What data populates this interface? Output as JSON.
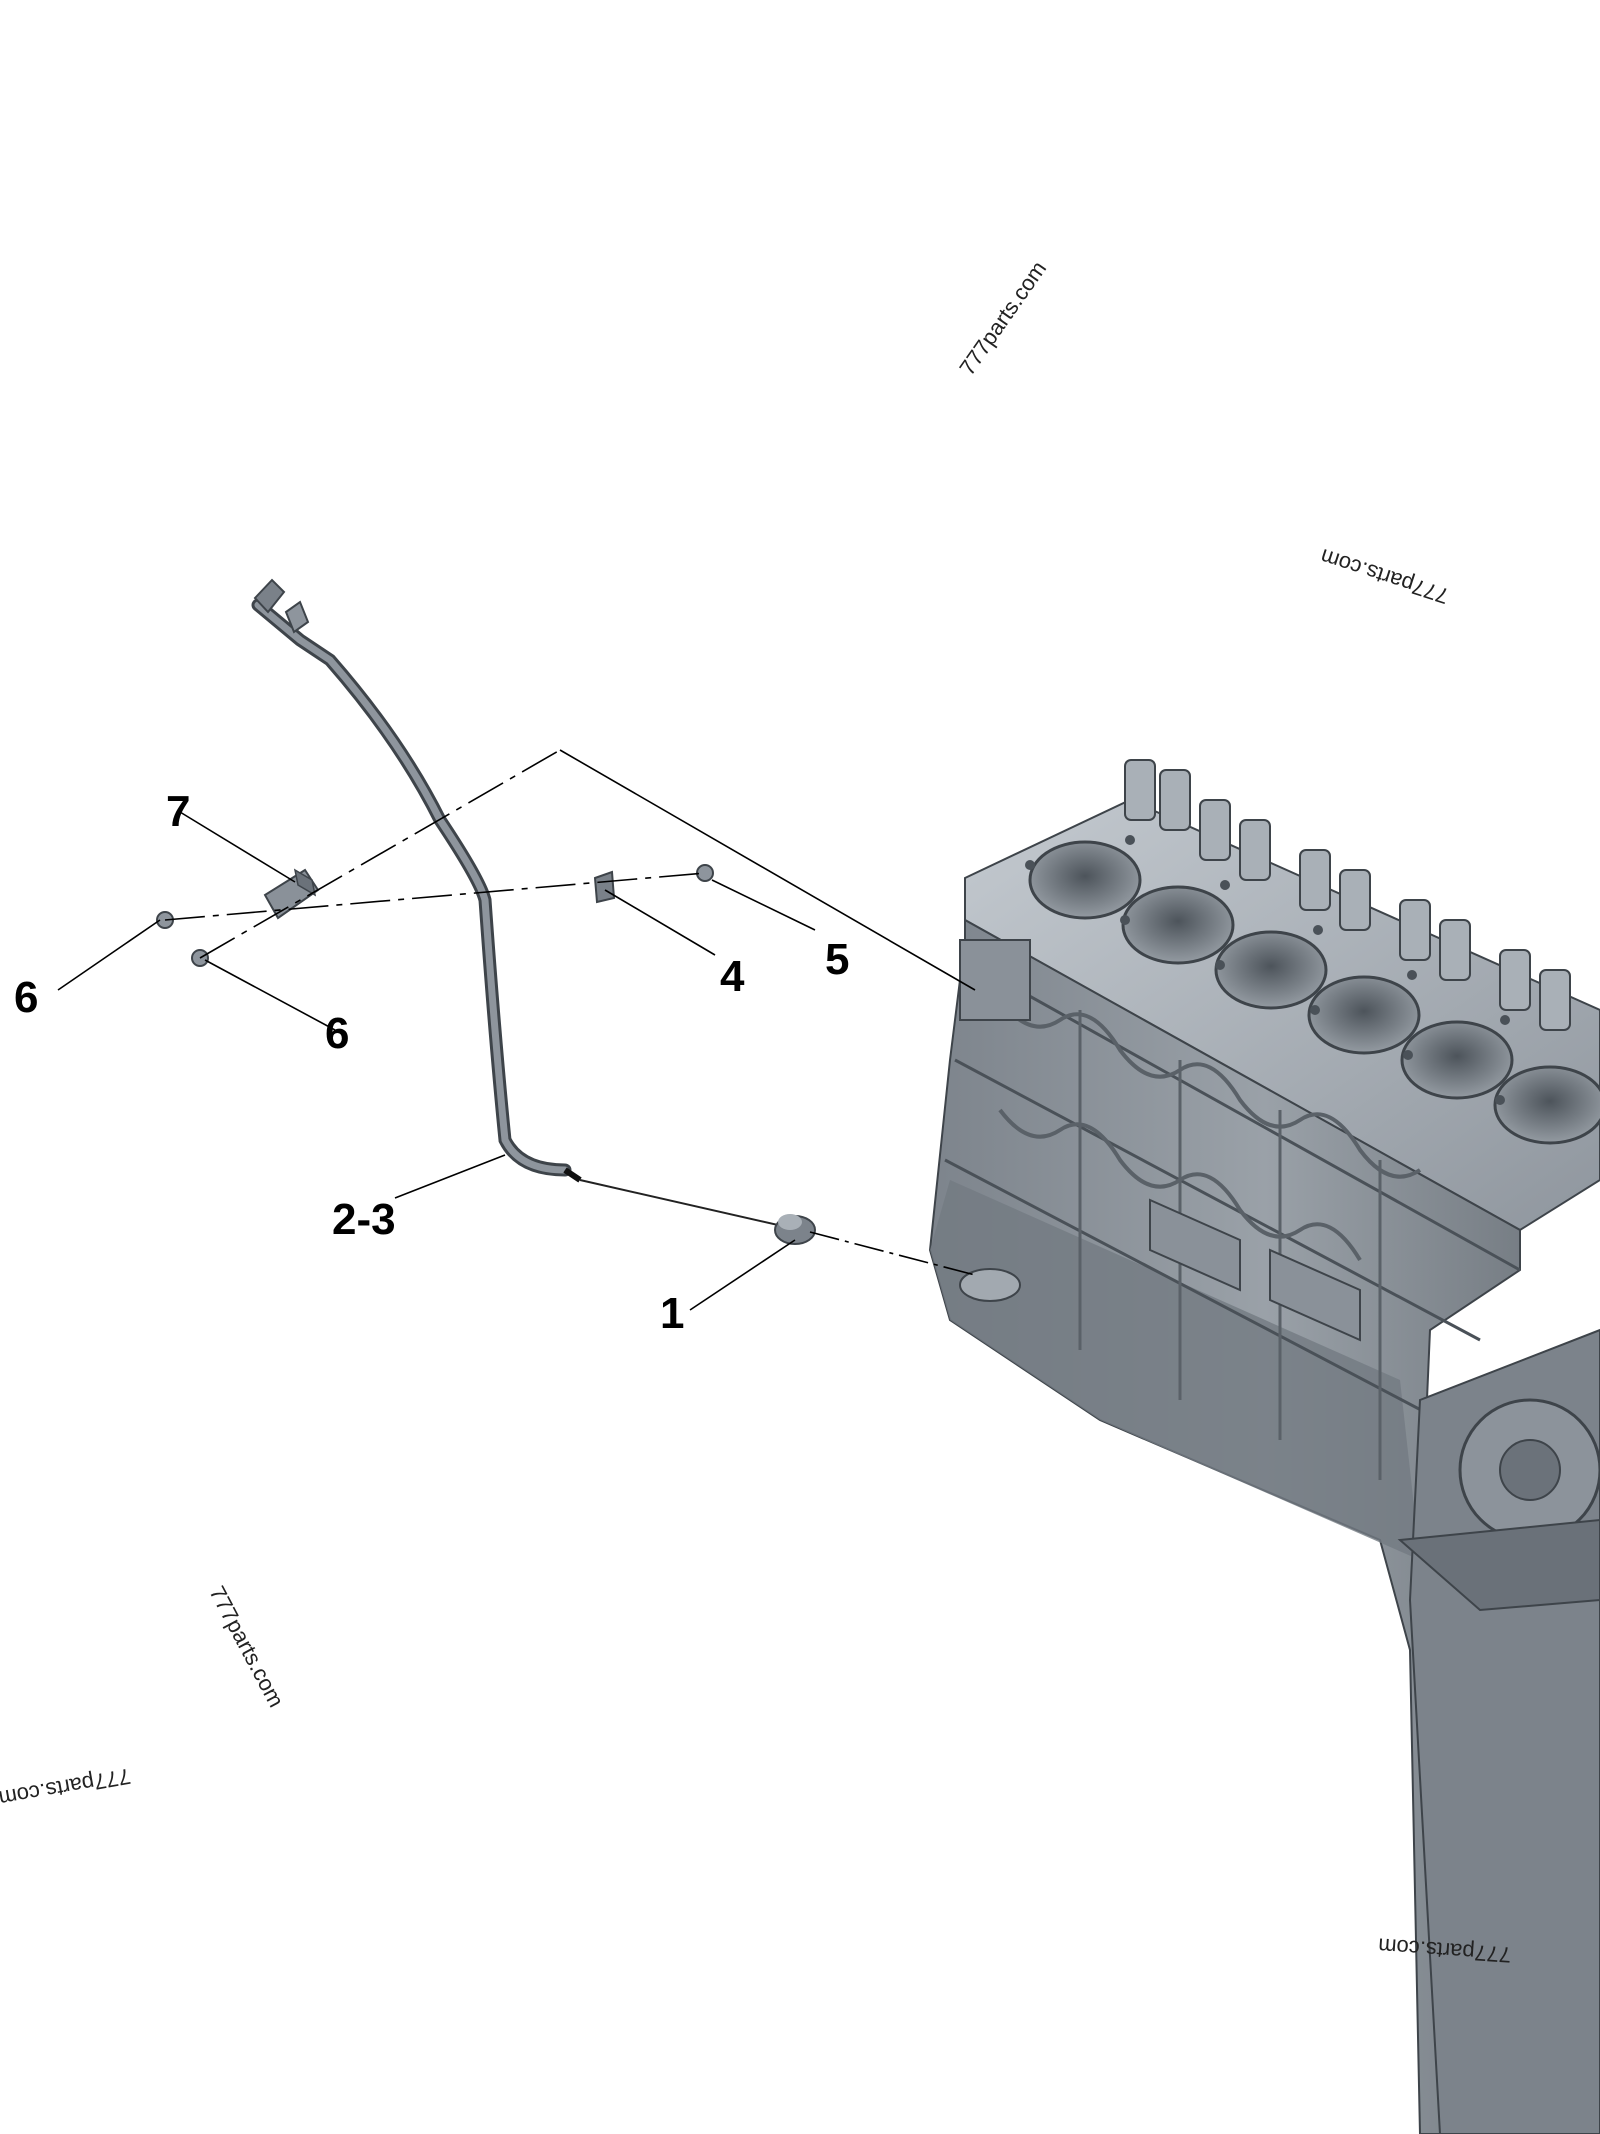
{
  "callouts": [
    {
      "id": "c1",
      "label": "1"
    },
    {
      "id": "c23",
      "label": "2-3"
    },
    {
      "id": "c4",
      "label": "4"
    },
    {
      "id": "c5",
      "label": "5"
    },
    {
      "id": "c6a",
      "label": "6"
    },
    {
      "id": "c6b",
      "label": "6"
    },
    {
      "id": "c7",
      "label": "7"
    }
  ],
  "watermarks": [
    "777parts.com",
    "777parts.com",
    "777parts.com",
    "777parts.com",
    "777parts.com"
  ],
  "colors": {
    "engine_block": "#8e959d",
    "engine_shadow": "#5f666e",
    "engine_highlight": "#b9c0c7",
    "dipstick_tube": "#6e757c",
    "leader_line": "#000000"
  }
}
